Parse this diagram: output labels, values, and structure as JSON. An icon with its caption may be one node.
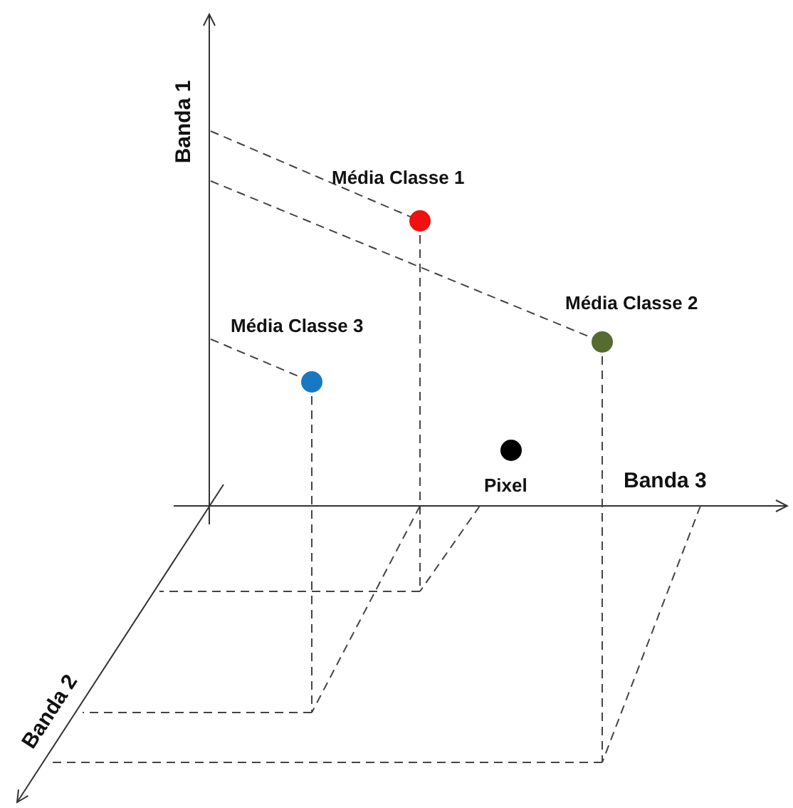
{
  "diagram": {
    "labels": [
      "Banda 1",
      "Média Classe 1",
      "Média Classe 2",
      "Média Classe 3",
      "Pixel",
      "Banda 3",
      "Banda 2"
    ]
  }
}
